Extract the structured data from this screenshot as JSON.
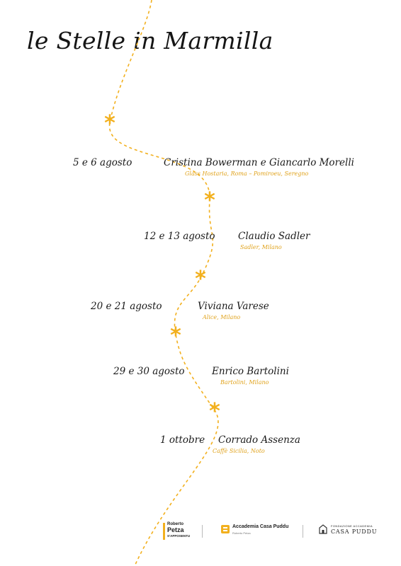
{
  "title": "le Stelle in Marmilla",
  "events": [
    {
      "date": "5 e 6 agosto",
      "chef": "Cristina Bowerman e Giancarlo Morelli",
      "venue": "Glass Hostaria, Roma  –  Pomiroeu, Seregno"
    },
    {
      "date": "12 e 13 agosto",
      "chef": "Claudio Sadler",
      "venue": "Sadler, Milano"
    },
    {
      "date": "20 e 21 agosto",
      "chef": "Viviana Varese",
      "venue": "Alice, Milano"
    },
    {
      "date": "29 e 30 agosto",
      "chef": "Enrico Bartolini",
      "venue": "Bartolini, Milano"
    },
    {
      "date": "1 ottobre",
      "chef": "Corrado Assenza",
      "venue": "Caffè Sicilia, Noto"
    }
  ],
  "logos": {
    "petza": {
      "line1": "Roberto",
      "line2": "Petza",
      "line3": "S'APPOSENTU"
    },
    "puddu": {
      "name": "Accademia Casa Puddu",
      "sub": "Roberto Petza"
    },
    "fondazione": {
      "line1": "FONDAZIONE ACCADEMIA",
      "line2": "CASA PUDDU"
    }
  },
  "colors": {
    "accent": "#f2b01e",
    "venue_text": "#e0a21b",
    "text": "#1a1a1a"
  }
}
